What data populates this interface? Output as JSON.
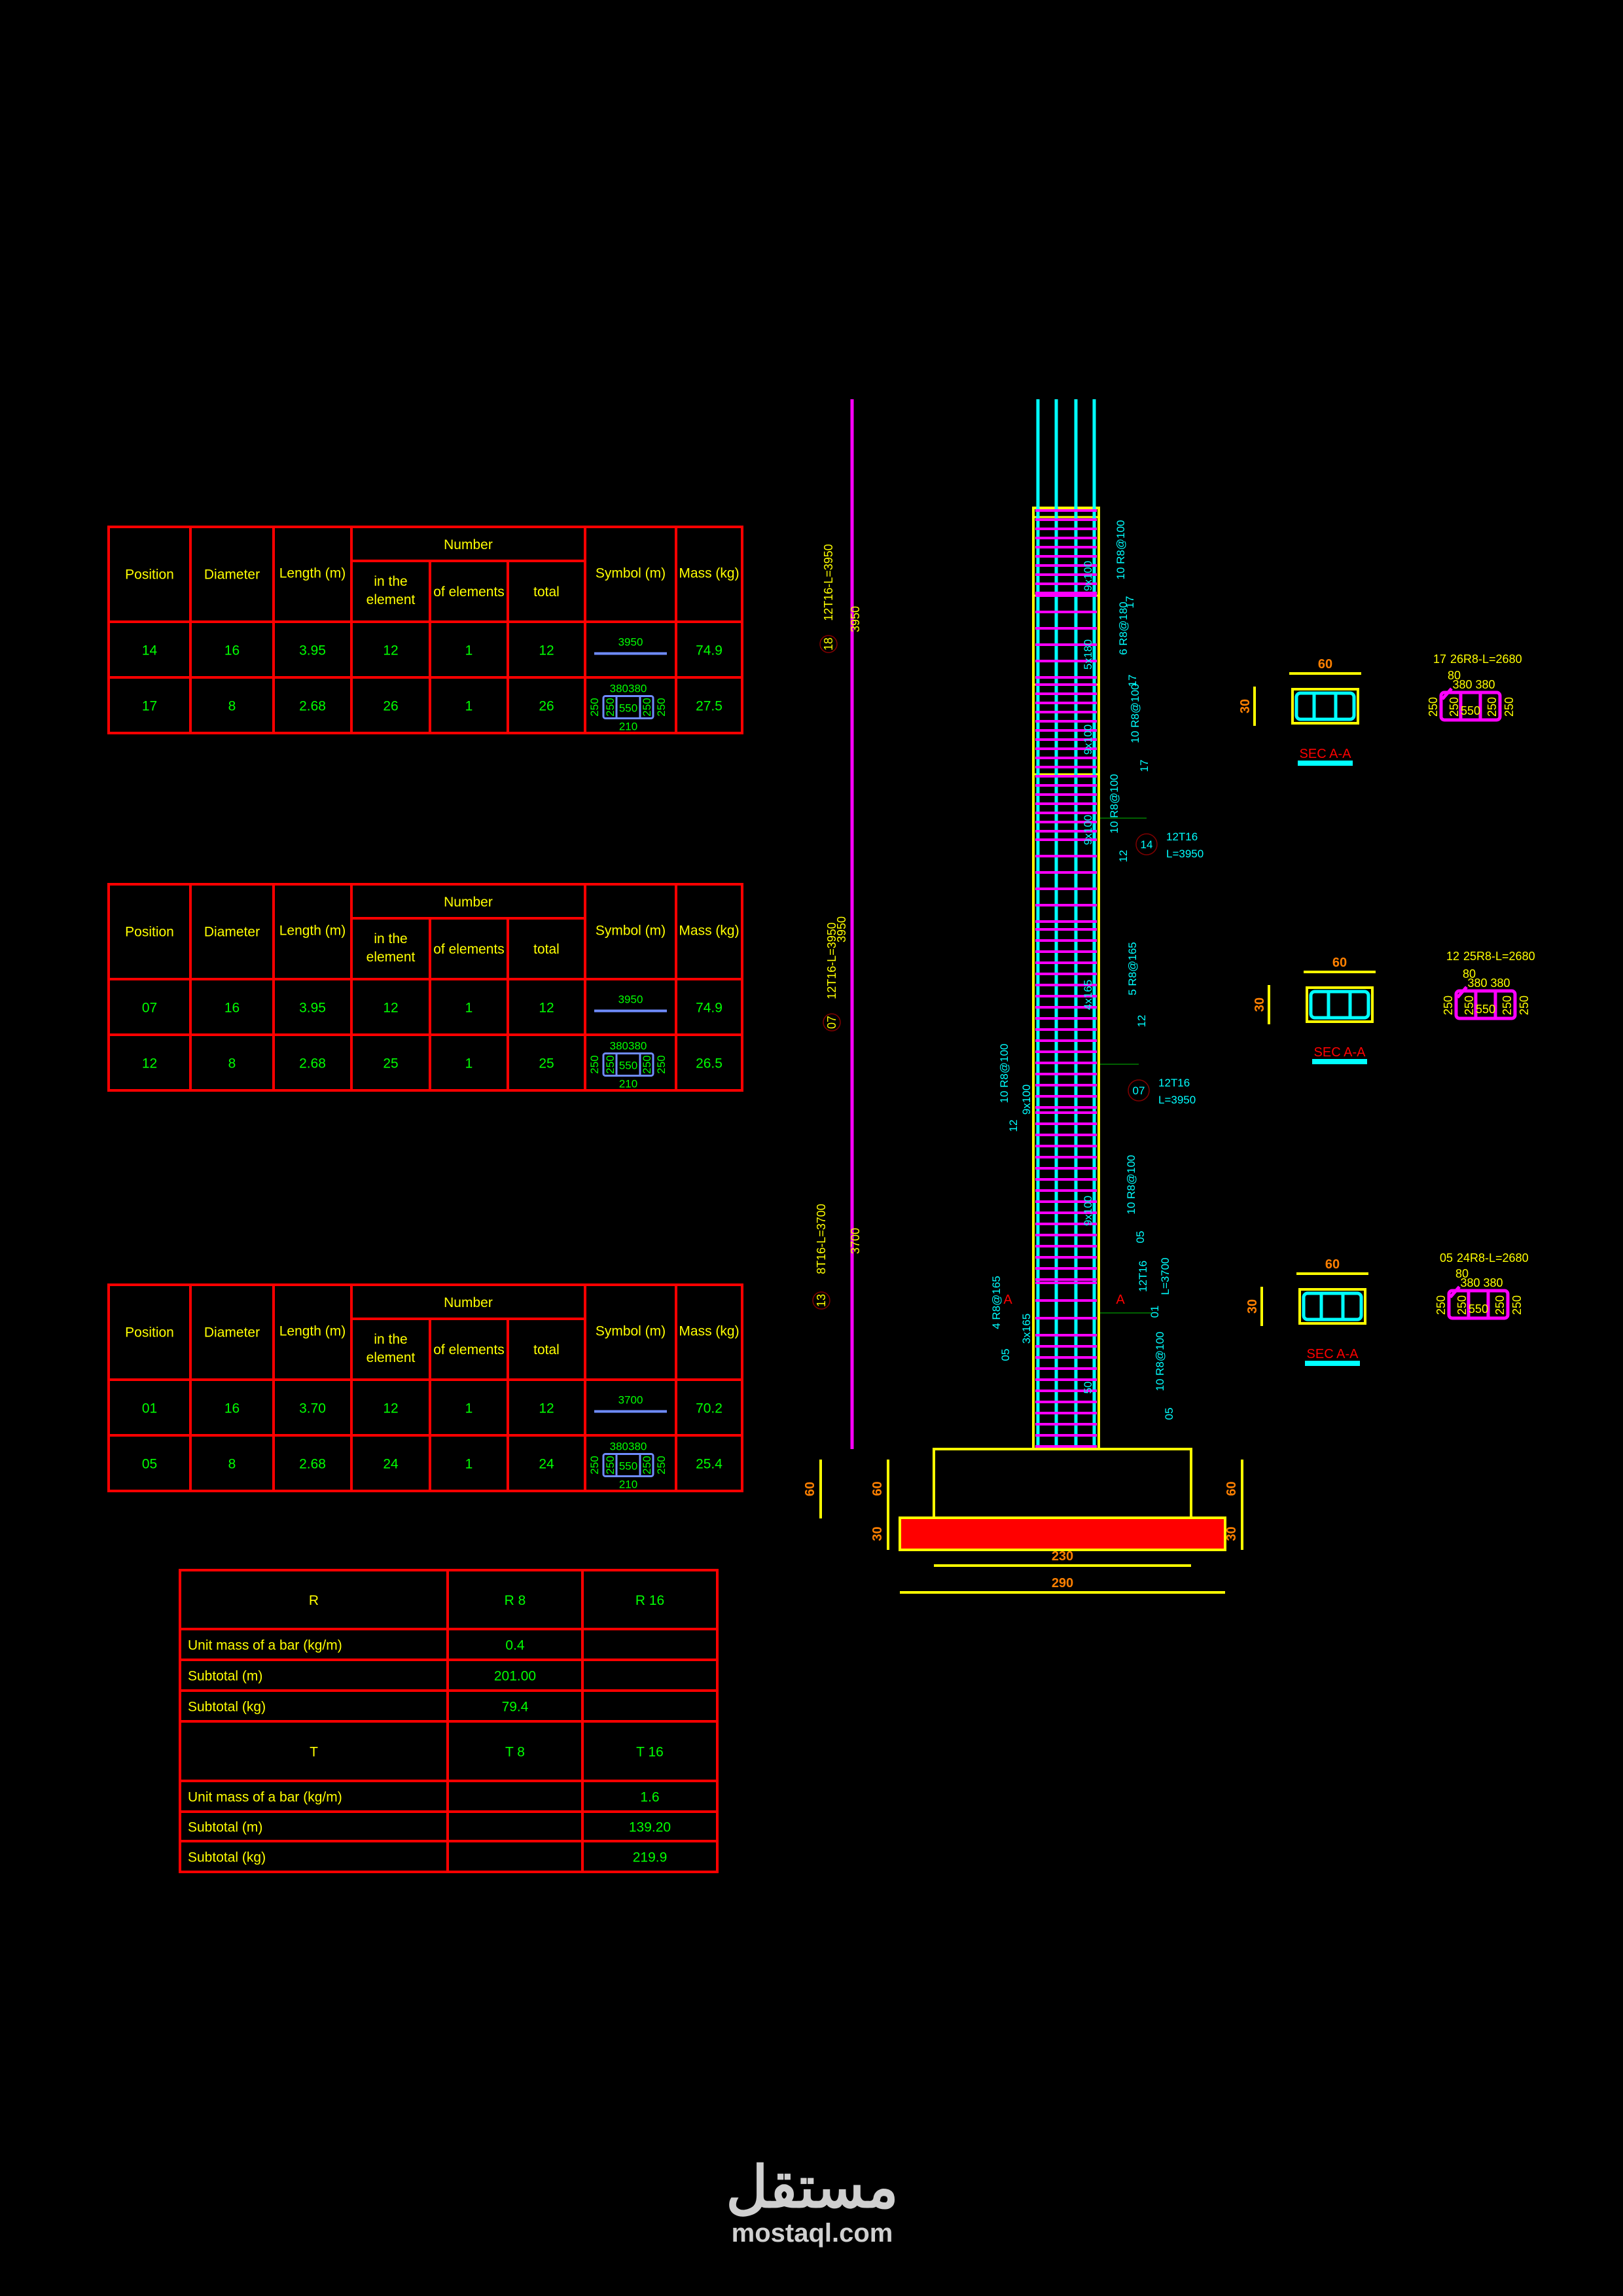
{
  "schedule_headers": {
    "position": "Position",
    "diameter": "Diameter",
    "length": "Length (m)",
    "number": "Number",
    "in_element_1": "in the",
    "in_element_2": "element",
    "of_elements": "of elements",
    "total": "total",
    "symbol": "Symbol (m)",
    "mass": "Mass (kg)"
  },
  "schedules": [
    {
      "rows": [
        {
          "position": "14",
          "diameter": "16",
          "length": "3.95",
          "in_element": "12",
          "of_elements": "1",
          "total": "12",
          "symbol": {
            "type": "straight",
            "length": "3950"
          },
          "mass": "74.9"
        },
        {
          "position": "17",
          "diameter": "8",
          "length": "2.68",
          "in_element": "26",
          "of_elements": "1",
          "total": "26",
          "symbol": {
            "type": "stirrup",
            "top": "380380",
            "left": "250",
            "inner_left": "250",
            "middle": "550",
            "inner_right": "250",
            "right": "250",
            "bottom": "210"
          },
          "mass": "27.5"
        }
      ]
    },
    {
      "rows": [
        {
          "position": "07",
          "diameter": "16",
          "length": "3.95",
          "in_element": "12",
          "of_elements": "1",
          "total": "12",
          "symbol": {
            "type": "straight",
            "length": "3950"
          },
          "mass": "74.9"
        },
        {
          "position": "12",
          "diameter": "8",
          "length": "2.68",
          "in_element": "25",
          "of_elements": "1",
          "total": "25",
          "symbol": {
            "type": "stirrup",
            "top": "380380",
            "left": "250",
            "inner_left": "250",
            "middle": "550",
            "inner_right": "250",
            "right": "250",
            "bottom": "210"
          },
          "mass": "26.5"
        }
      ]
    },
    {
      "rows": [
        {
          "position": "01",
          "diameter": "16",
          "length": "3.70",
          "in_element": "12",
          "of_elements": "1",
          "total": "12",
          "symbol": {
            "type": "straight",
            "length": "3700"
          },
          "mass": "70.2"
        },
        {
          "position": "05",
          "diameter": "8",
          "length": "2.68",
          "in_element": "24",
          "of_elements": "1",
          "total": "24",
          "symbol": {
            "type": "stirrup",
            "top": "380380",
            "left": "250",
            "inner_left": "250",
            "middle": "550",
            "inner_right": "250",
            "right": "250",
            "bottom": "210"
          },
          "mass": "25.4"
        }
      ]
    }
  ],
  "summary": {
    "r_header": [
      "R",
      "R 8",
      "R 16"
    ],
    "r_rows": [
      [
        "Unit mass of a bar (kg/m)",
        "0.4",
        ""
      ],
      [
        "Subtotal (m)",
        "201.00",
        ""
      ],
      [
        "Subtotal (kg)",
        "79.4",
        ""
      ]
    ],
    "t_header": [
      "T",
      "T 8",
      "T 16"
    ],
    "t_rows": [
      [
        "Unit mass of a bar (kg/m)",
        "",
        "1.6"
      ],
      [
        "Subtotal (m)",
        "",
        "139.20"
      ],
      [
        "Subtotal (kg)",
        "",
        "219.9"
      ]
    ]
  },
  "elevation": {
    "bar_labels": [
      {
        "mark": "18",
        "text": "12T16-L=3950"
      },
      {
        "mark": "07",
        "text": "12T16-L=3950"
      },
      {
        "mark": "13",
        "text": "8T16-L=3700"
      }
    ],
    "bar_dims": [
      "3950",
      "3950",
      "3700"
    ],
    "callouts": [
      {
        "mark": "14",
        "bars": "12T16",
        "length": "L=3950"
      },
      {
        "mark": "07",
        "bars": "12T16",
        "length": "L=3950"
      },
      {
        "mark": "01",
        "bars": "12T16",
        "length": "L=3700"
      }
    ],
    "stirrup_notes": [
      {
        "mark": "17",
        "text": "10 R8@100",
        "spacing": "9x100"
      },
      {
        "mark": "17",
        "text": "6 R8@180",
        "spacing": "5x180"
      },
      {
        "mark": "17",
        "text": "10 R8@100",
        "spacing": "9x100"
      },
      {
        "mark": "12",
        "text": "10 R8@100",
        "spacing": "9x100"
      },
      {
        "mark": "12",
        "text": "5 R8@165",
        "spacing": "4x165"
      },
      {
        "mark": "12",
        "text": "10 R8@100",
        "spacing": "9x100"
      },
      {
        "mark": "05",
        "text": "10 R8@100",
        "spacing": "9x100"
      },
      {
        "mark": "05",
        "text": "4 R8@165",
        "spacing": "3x165"
      },
      {
        "mark": "05",
        "text": "10 R8@100",
        "spacing": "50"
      }
    ],
    "section_marker": "A",
    "foundation_dims": {
      "pedestal_height": "60",
      "footing_height": "30",
      "pedestal_width": "230",
      "footing_width": "290"
    }
  },
  "sections": [
    {
      "title": "SEC A-A",
      "width": "60",
      "height": "30",
      "mark": "17",
      "stirrup_label": "26R8-L=2680",
      "dims_top": "380 380",
      "dims_side": "250",
      "hook": "80",
      "middle": "550"
    },
    {
      "title": "SEC A-A",
      "width": "60",
      "height": "30",
      "mark": "12",
      "stirrup_label": "25R8-L=2680",
      "dims_top": "380 380",
      "dims_side": "250",
      "hook": "80",
      "middle": "550"
    },
    {
      "title": "SEC A-A",
      "width": "60",
      "height": "30",
      "mark": "05",
      "stirrup_label": "24R8-L=2680",
      "dims_top": "380 380",
      "dims_side": "250",
      "hook": "80",
      "middle": "550"
    }
  ],
  "watermark": {
    "logo_text": "مستقل",
    "site": "mostaql.com"
  },
  "colors": {
    "grid": "#ff0000",
    "header_text": "#ffff00",
    "value_text": "#00ff00",
    "main_bars": "#00ffff",
    "stirrups": "#ff00ff",
    "concrete_outline": "#ffff00",
    "footing_fill": "#ff0000",
    "dimension_text": "#ff8000",
    "symbol": "#6f8cff"
  }
}
